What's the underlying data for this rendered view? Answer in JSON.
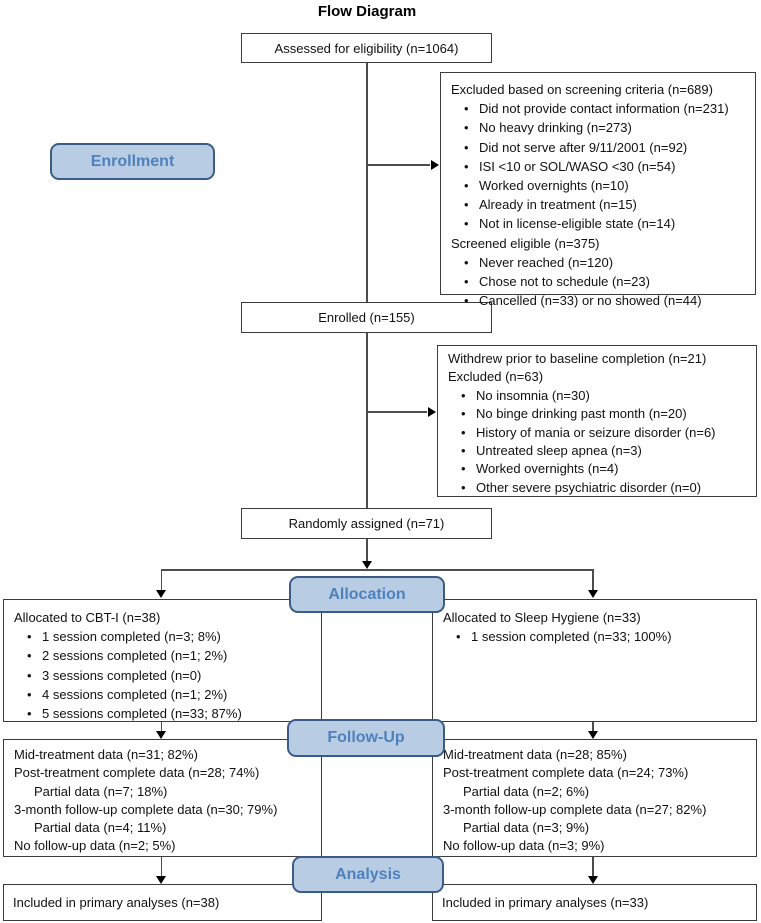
{
  "title": "Flow Diagram",
  "colors": {
    "label_fill": "#b8cce4",
    "label_border": "#3d5c85",
    "label_text": "#4f81bd",
    "box_border": "#3c3c3c",
    "connector": "#4d4d4d"
  },
  "labels": {
    "enrollment": "Enrollment",
    "allocation": "Allocation",
    "followup": "Follow-Up",
    "analysis": "Analysis"
  },
  "boxes": {
    "assessed": "Assessed for eligibility (n=1064)",
    "enrolled": "Enrolled (n=155)",
    "randomized": "Randomly assigned (n=71)",
    "excluded_screening": {
      "header": "Excluded based on screening criteria (n=689)",
      "bullets": [
        "Did not provide contact information (n=231)",
        "No heavy drinking (n=273)",
        "Did not serve after 9/11/2001 (n=92)",
        "ISI <10 or SOL/WASO <30 (n=54)",
        "Worked overnights (n=10)",
        "Already in treatment (n=15)",
        "Not in license-eligible state (n=14)"
      ],
      "header2": "Screened eligible (n=375)",
      "bullets2": [
        "Never reached (n=120)",
        "Chose not to schedule (n=23)",
        "Cancelled (n=33) or no showed (n=44)"
      ]
    },
    "withdrew": {
      "header": "Withdrew prior to baseline completion (n=21)",
      "header2": "Excluded (n=63)",
      "bullets": [
        "No insomnia (n=30)",
        "No binge drinking past month (n=20)",
        "History of mania or seizure disorder (n=6)",
        "Untreated sleep apnea (n=3)",
        "Worked overnights (n=4)",
        "Other severe psychiatric disorder (n=0)"
      ]
    },
    "alloc_cbti": {
      "header": "Allocated to CBT-I (n=38)",
      "bullets": [
        "1 session completed (n=3; 8%)",
        "2 sessions completed (n=1; 2%)",
        "3 sessions completed (n=0)",
        "4 sessions completed (n=1; 2%)",
        "5 sessions completed (n=33; 87%)"
      ]
    },
    "alloc_sh": {
      "header": "Allocated to Sleep Hygiene (n=33)",
      "bullets": [
        "1 session completed (n=33; 100%)"
      ]
    },
    "fu_cbti": {
      "lines": [
        "Mid-treatment data (n=31; 82%)",
        "Post-treatment complete data (n=28; 74%)",
        "Partial data (n=7; 18%)",
        "3-month follow-up complete data (n=30; 79%)",
        "Partial data (n=4; 11%)",
        "No follow-up data (n=2; 5%)"
      ]
    },
    "fu_sh": {
      "lines": [
        "Mid-treatment data (n=28; 85%)",
        "Post-treatment complete data (n=24; 73%)",
        "Partial data (n=2; 6%)",
        "3-month follow-up complete data (n=27; 82%)",
        "Partial data (n=3; 9%)",
        "No follow-up data (n=3; 9%)"
      ]
    },
    "analysis_cbti": "Included in primary analyses (n=38)",
    "analysis_sh": "Included in primary analyses (n=33)"
  }
}
